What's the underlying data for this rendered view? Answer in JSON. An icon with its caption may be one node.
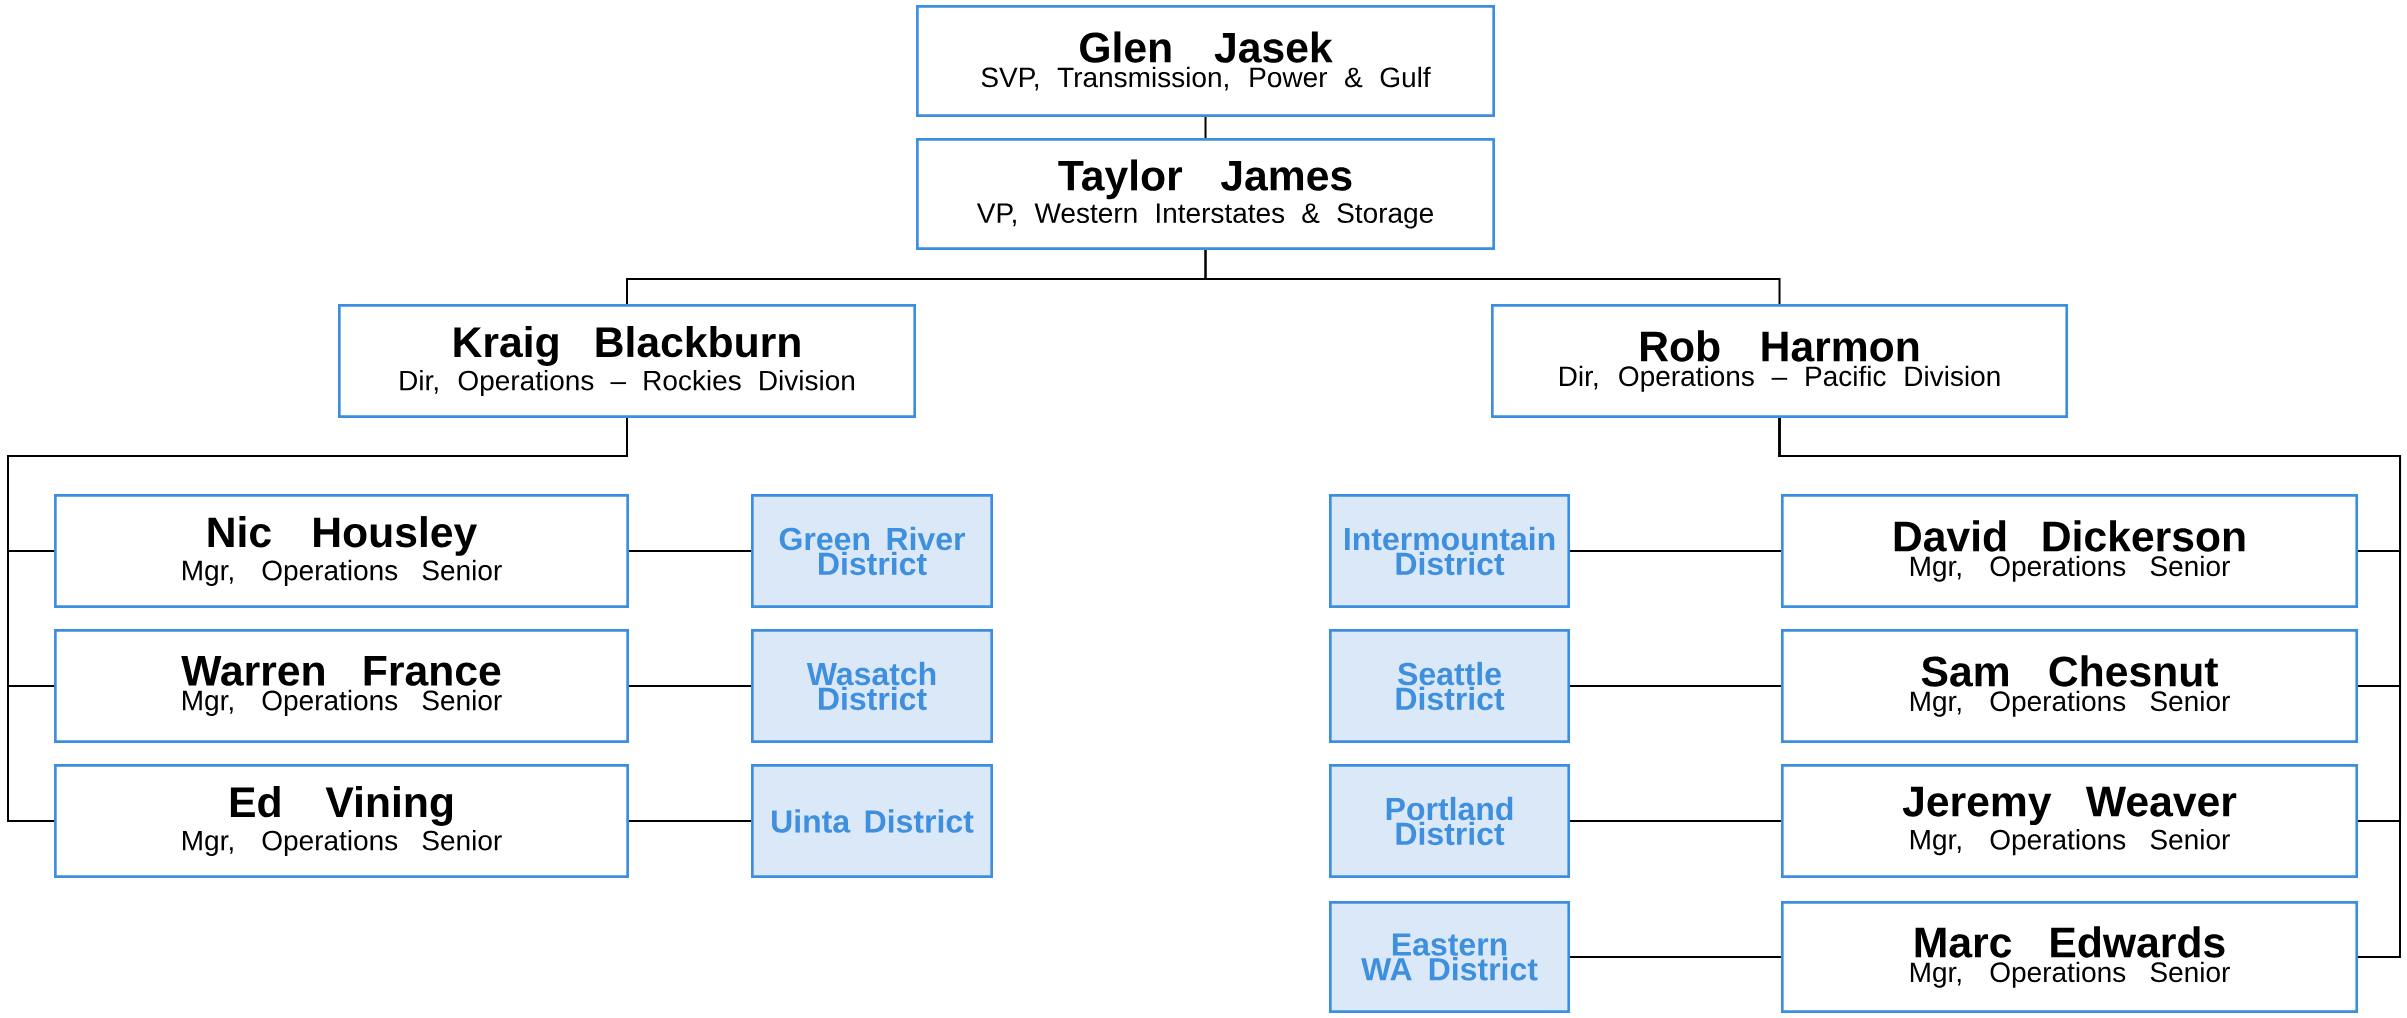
{
  "diagram": {
    "nodes": [
      {
        "text": [
          "Glen Jasek",
          "SVP, Transmission, Power & Gulf"
        ]
      },
      {
        "text": [
          "Taylor James",
          "VP, Western Interstates & Storage"
        ]
      },
      {
        "text": [
          "Kraig Blackburn",
          "Dir, Operations – Rockies Division"
        ]
      },
      {
        "text": [
          "Rob Harmon",
          "Dir, Operations – Pacific Division"
        ]
      },
      {
        "text": [
          "Nic Housley",
          "Mgr, Operations Senior"
        ]
      },
      {
        "text": [
          "Green River District"
        ]
      },
      {
        "text": [
          "Intermountain District"
        ]
      },
      {
        "text": [
          "David Dickerson",
          "Mgr, Operations Senior"
        ]
      },
      {
        "text": [
          "Warren France",
          "Mgr, Operations Senior"
        ]
      },
      {
        "text": [
          "Wasatch District"
        ]
      },
      {
        "text": [
          "Seattle District"
        ]
      },
      {
        "text": [
          "Sam Chesnut",
          "Mgr, Operations Senior"
        ]
      },
      {
        "text": [
          "Ed Vining",
          "Mgr, Operations Senior"
        ]
      },
      {
        "text": [
          "Uinta District"
        ]
      },
      {
        "text": [
          "Portland District"
        ]
      },
      {
        "text": [
          "Jeremy Weaver",
          "Mgr, Operations Senior"
        ]
      },
      {
        "text": [
          "Eastern WA District"
        ]
      },
      {
        "text": [
          "Marc Edwards",
          "Mgr, Operations Senior"
        ]
      }
    ],
    "edges": [
      {
        "from": 0,
        "to": 1,
        "arrow": "none"
      },
      {
        "from": 1,
        "to": 2,
        "arrow": "none"
      },
      {
        "from": 1,
        "to": 3,
        "arrow": "none"
      },
      {
        "from": 2,
        "to": 4,
        "arrow": "none"
      },
      {
        "from": 2,
        "to": 8,
        "arrow": "none"
      },
      {
        "from": 2,
        "to": 12,
        "arrow": "none"
      },
      {
        "from": 3,
        "to": 7,
        "arrow": "none"
      },
      {
        "from": 3,
        "to": 11,
        "arrow": "none"
      },
      {
        "from": 3,
        "to": 15,
        "arrow": "none"
      },
      {
        "from": 3,
        "to": 17,
        "arrow": "none"
      },
      {
        "from": 4,
        "to": 5,
        "arrow": "none"
      },
      {
        "from": 8,
        "to": 9,
        "arrow": "none"
      },
      {
        "from": 12,
        "to": 13,
        "arrow": "none"
      },
      {
        "from": 6,
        "to": 7,
        "arrow": "none"
      },
      {
        "from": 10,
        "to": 11,
        "arrow": "none"
      },
      {
        "from": 14,
        "to": 15,
        "arrow": "none"
      },
      {
        "from": 16,
        "to": 17,
        "arrow": "none"
      }
    ]
  }
}
